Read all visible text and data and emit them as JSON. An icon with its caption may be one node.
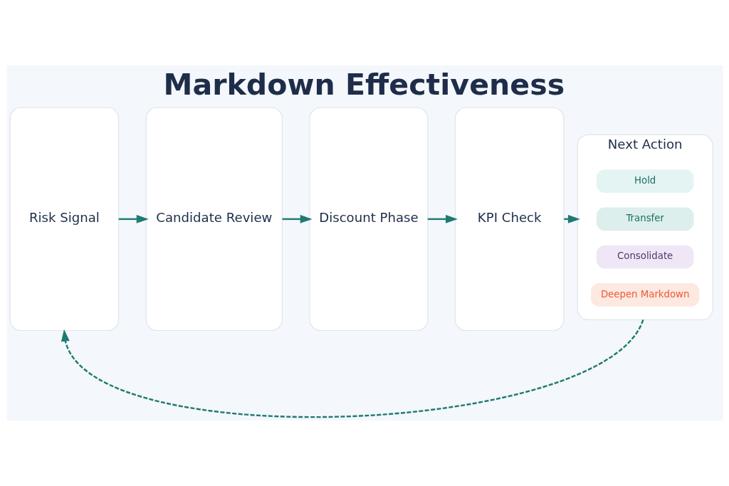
{
  "diagram": {
    "title": "Markdown Effectiveness",
    "nodes": [
      {
        "text": [
          "Risk Signal"
        ]
      },
      {
        "text": [
          "Candidate Review"
        ]
      },
      {
        "text": [
          "Discount Phase"
        ]
      },
      {
        "text": [
          "KPI Check"
        ]
      },
      {
        "text": [
          "Next Action"
        ]
      },
      {
        "text": [
          "Hold"
        ],
        "in": 4
      },
      {
        "text": [
          "Transfer"
        ],
        "in": 4
      },
      {
        "text": [
          "Consolidate"
        ],
        "in": 4
      },
      {
        "text": [
          "Deepen Markdown"
        ],
        "in": 4
      }
    ],
    "edges": [
      {
        "from": 0,
        "to": 1,
        "arrow": "to"
      },
      {
        "from": 1,
        "to": 2,
        "arrow": "to"
      },
      {
        "from": 2,
        "to": 3,
        "arrow": "to"
      },
      {
        "from": 3,
        "to": 4,
        "arrow": "to"
      },
      {
        "from": 4,
        "to": 0,
        "arrow": "to",
        "style": "dashed"
      }
    ]
  }
}
